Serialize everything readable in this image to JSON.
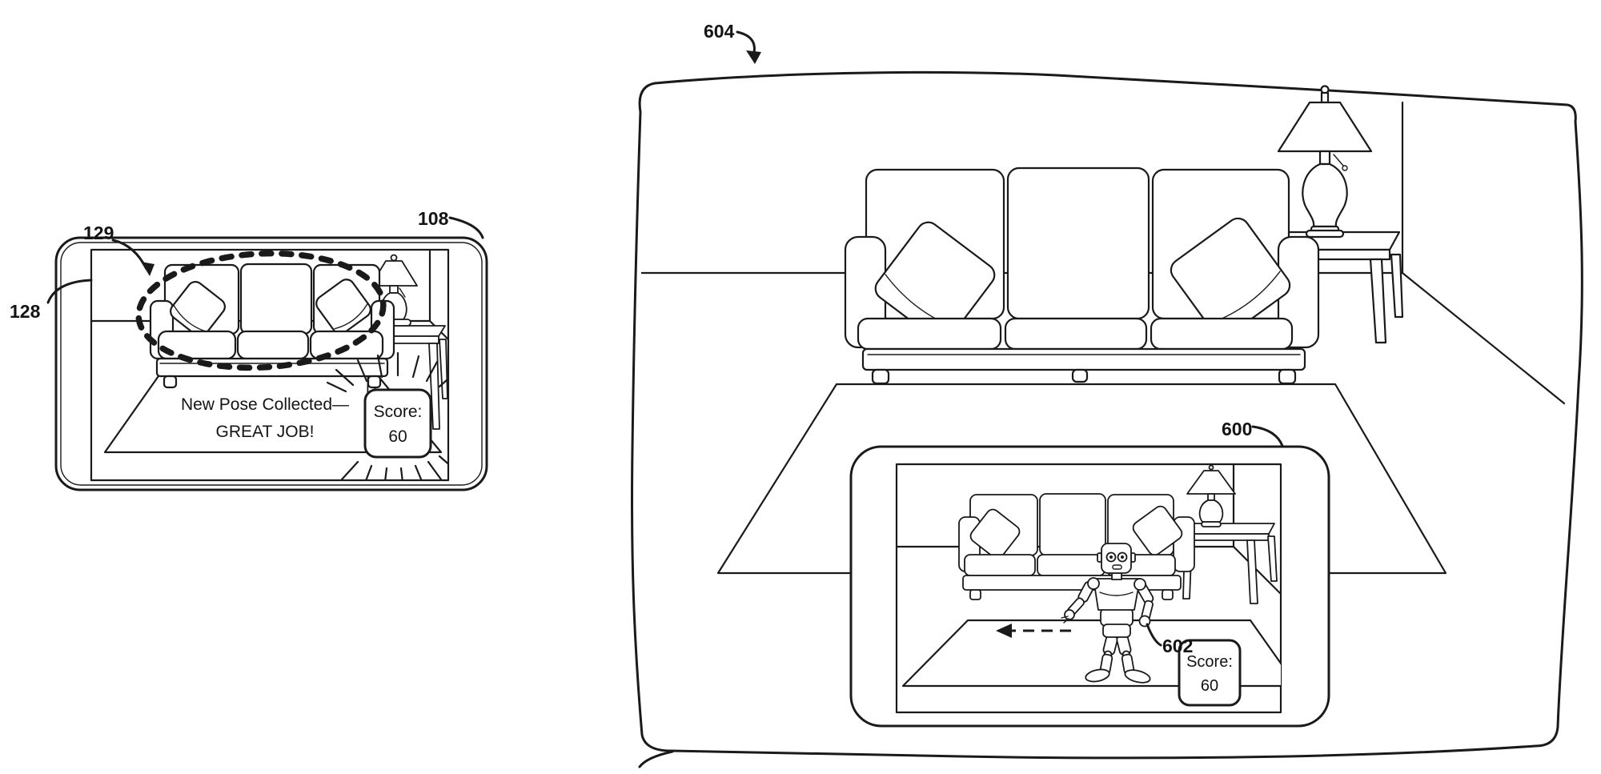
{
  "figure": {
    "background_color": "#ffffff",
    "line_color": "#1a1a1a",
    "reference_labels": {
      "ref_129": "129",
      "ref_108": "108",
      "ref_128": "128",
      "ref_604": "604",
      "ref_600": "600",
      "ref_602": "602"
    },
    "handheld_device_screen": {
      "message_line1": "New Pose Collected—",
      "message_line2": "GREAT JOB!",
      "score_badge": {
        "label": "Score:",
        "value": "60"
      }
    },
    "room_scene": {
      "tablet_screen": {
        "score_badge": {
          "label": "Score:",
          "value": "60"
        }
      }
    }
  }
}
